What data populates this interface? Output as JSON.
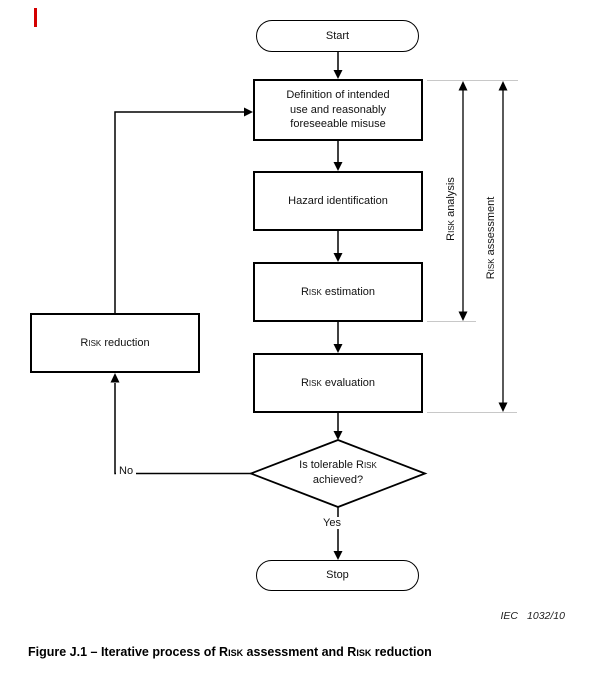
{
  "flowchart": {
    "start_label": "Start",
    "definition_lines": [
      "Definition of intended",
      "use and reasonably",
      "foreseeable misuse"
    ],
    "hazard_label": "Hazard identification",
    "estimation_label": [
      {
        "t": "Risk",
        "sc": true
      },
      {
        "t": " estimation"
      }
    ],
    "evaluation_label": [
      {
        "t": "Risk",
        "sc": true
      },
      {
        "t": " evaluation"
      }
    ],
    "reduction_label": [
      {
        "t": "Risk",
        "sc": true
      },
      {
        "t": " reduction"
      }
    ],
    "decision_line1": [
      {
        "t": "Is tolerable "
      },
      {
        "t": "Risk",
        "sc": true
      }
    ],
    "decision_line2": "achieved?",
    "yes_label": "Yes",
    "no_label": "No",
    "stop_label": "Stop",
    "analysis_label": [
      {
        "t": "Risk",
        "sc": true
      },
      {
        "t": " analysis"
      }
    ],
    "assessment_label": [
      {
        "t": "Risk",
        "sc": true
      },
      {
        "t": " assessment"
      }
    ]
  },
  "footer": {
    "ref_org": "IEC",
    "ref_num": "1032/10",
    "caption": [
      {
        "t": "Figure J.1 – Iterative process of "
      },
      {
        "t": "Risk",
        "sc": true
      },
      {
        "t": " assessment and "
      },
      {
        "t": "Risk",
        "sc": true
      },
      {
        "t": " reduction"
      }
    ]
  },
  "colors": {
    "line": "#000000",
    "guide_line": "#c8c8c8",
    "background": "#ffffff",
    "red_mark": "#d40000"
  }
}
